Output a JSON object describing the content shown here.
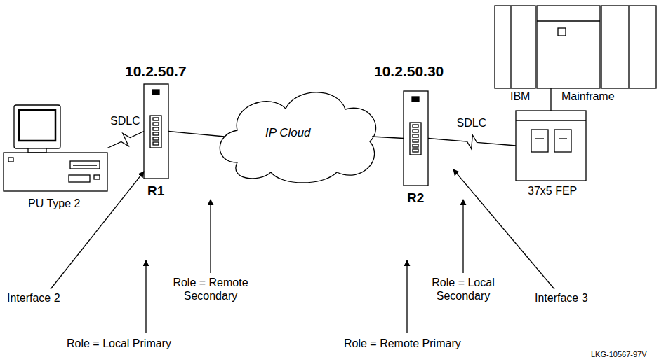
{
  "diagram": {
    "nodes": [
      {
        "text": [
          "PU Type 2"
        ]
      },
      {
        "text": [
          "10.2.50.7",
          "R1"
        ]
      },
      {
        "text": [
          "IP Cloud"
        ]
      },
      {
        "text": [
          "10.2.50.30",
          "R2"
        ]
      },
      {
        "text": [
          "IBM",
          "Mainframe"
        ]
      },
      {
        "text": [
          "37x5 FEP"
        ]
      }
    ],
    "edges": [
      {
        "from": 0,
        "to": 1,
        "arrow": "none",
        "label": "SDLC"
      },
      {
        "from": 1,
        "to": 2,
        "arrow": "none"
      },
      {
        "from": 2,
        "to": 3,
        "arrow": "none"
      },
      {
        "from": 4,
        "to": 5,
        "arrow": "none"
      },
      {
        "from": 3,
        "to": 5,
        "arrow": "none",
        "label": "SDLC"
      }
    ],
    "labels": [
      "Interface 2",
      "Role = Remote Secondary",
      "Role = Local Primary",
      "Role = Remote Primary",
      "Role = Local Secondary",
      "Interface 3",
      "LKG-10567-97V"
    ]
  }
}
